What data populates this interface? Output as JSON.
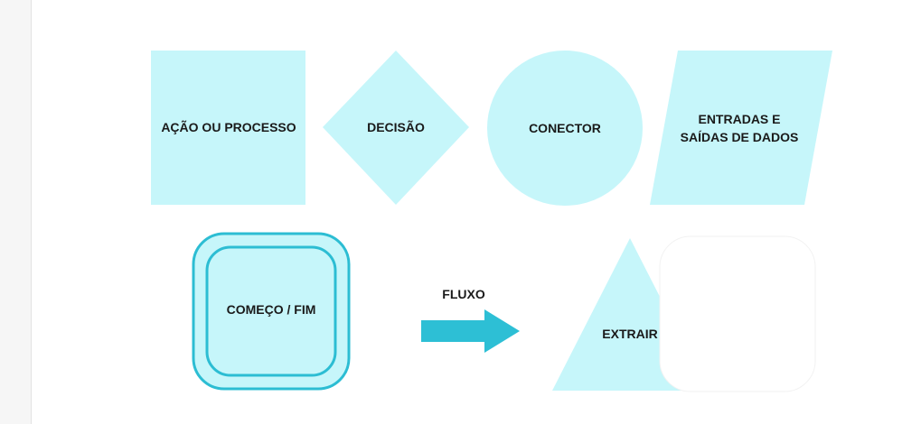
{
  "colors": {
    "shape_fill": "#c6f6fa",
    "accent": "#2cbdd3",
    "arrow": "#2dbfd5",
    "text": "#1a1a1a"
  },
  "shapes": {
    "process": {
      "label": "AÇÃO OU PROCESSO"
    },
    "decision": {
      "label": "DECISÃO"
    },
    "connector": {
      "label": "CONECTOR"
    },
    "io": {
      "line1": "ENTRADAS E",
      "line2": "SAÍDAS DE DADOS"
    },
    "terminal": {
      "label": "COMEÇO / FIM"
    },
    "flow": {
      "label": "FLUXO"
    },
    "extract": {
      "label": "EXTRAIR"
    }
  }
}
